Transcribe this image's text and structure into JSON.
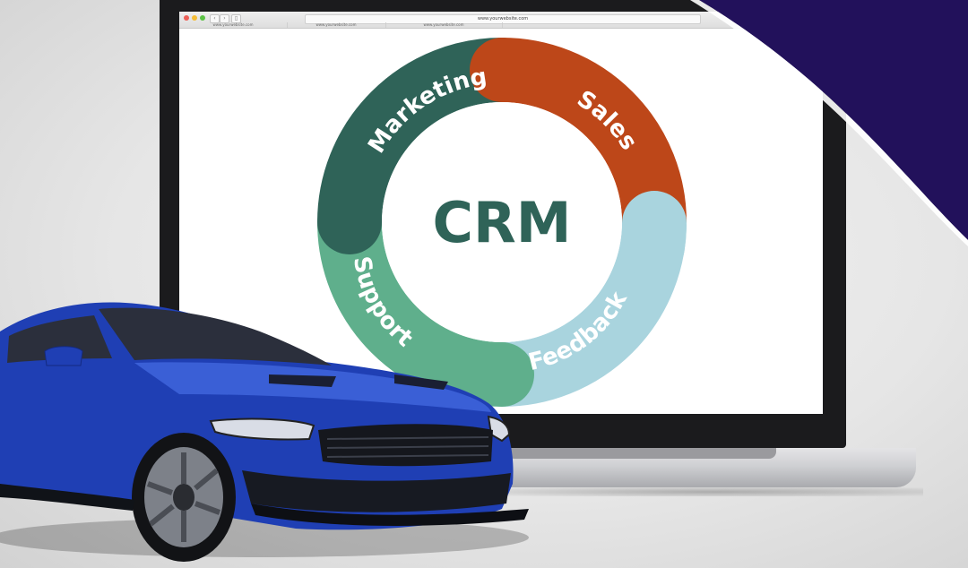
{
  "browser": {
    "address": "www.yourwebsite.com",
    "tabs": [
      "www.yourwebsite.com",
      "www.yourwebsite.com",
      "www.yourwebsite.com"
    ]
  },
  "crm_diagram": {
    "center_label": "CRM",
    "segments": [
      {
        "label": "Marketing",
        "color": "#2f6358"
      },
      {
        "label": "Sales",
        "color": "#bd4719"
      },
      {
        "label": "Feedback",
        "color": "#a9d4de"
      },
      {
        "label": "Support",
        "color": "#5faf8c"
      }
    ]
  },
  "colors": {
    "corner_swoosh": "#22115b",
    "car_body": "#1f3fb4"
  }
}
